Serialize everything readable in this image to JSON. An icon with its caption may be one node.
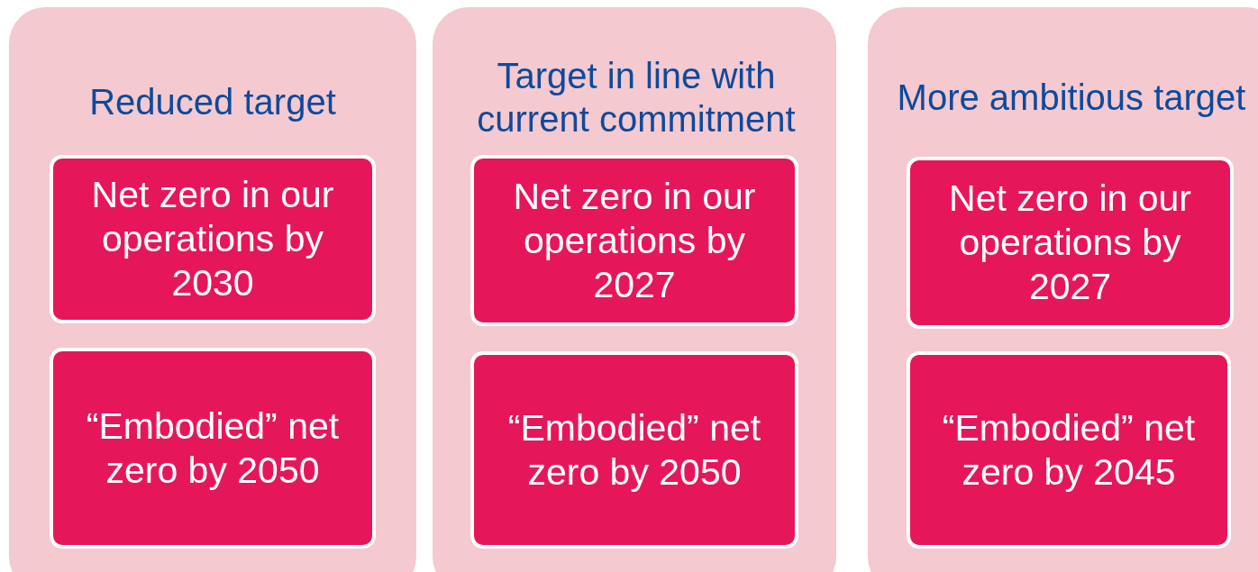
{
  "diagram": {
    "nodes": [
      {
        "text": [
          "Reduced target"
        ]
      },
      {
        "text": [
          "Net zero in our operations by 2030"
        ],
        "in": 0
      },
      {
        "text": [
          "“Embodied” net zero by 2050"
        ],
        "in": 0
      },
      {
        "text": [
          "Target in line with current commitment"
        ]
      },
      {
        "text": [
          "Net zero in our operations by 2027"
        ],
        "in": 3
      },
      {
        "text": [
          "“Embodied” net zero by 2050"
        ],
        "in": 3
      },
      {
        "text": [
          "More ambitious target"
        ]
      },
      {
        "text": [
          "Net zero in our operations by 2027"
        ],
        "in": 6
      },
      {
        "text": [
          "“Embodied” net zero by 2045"
        ],
        "in": 6
      }
    ]
  }
}
